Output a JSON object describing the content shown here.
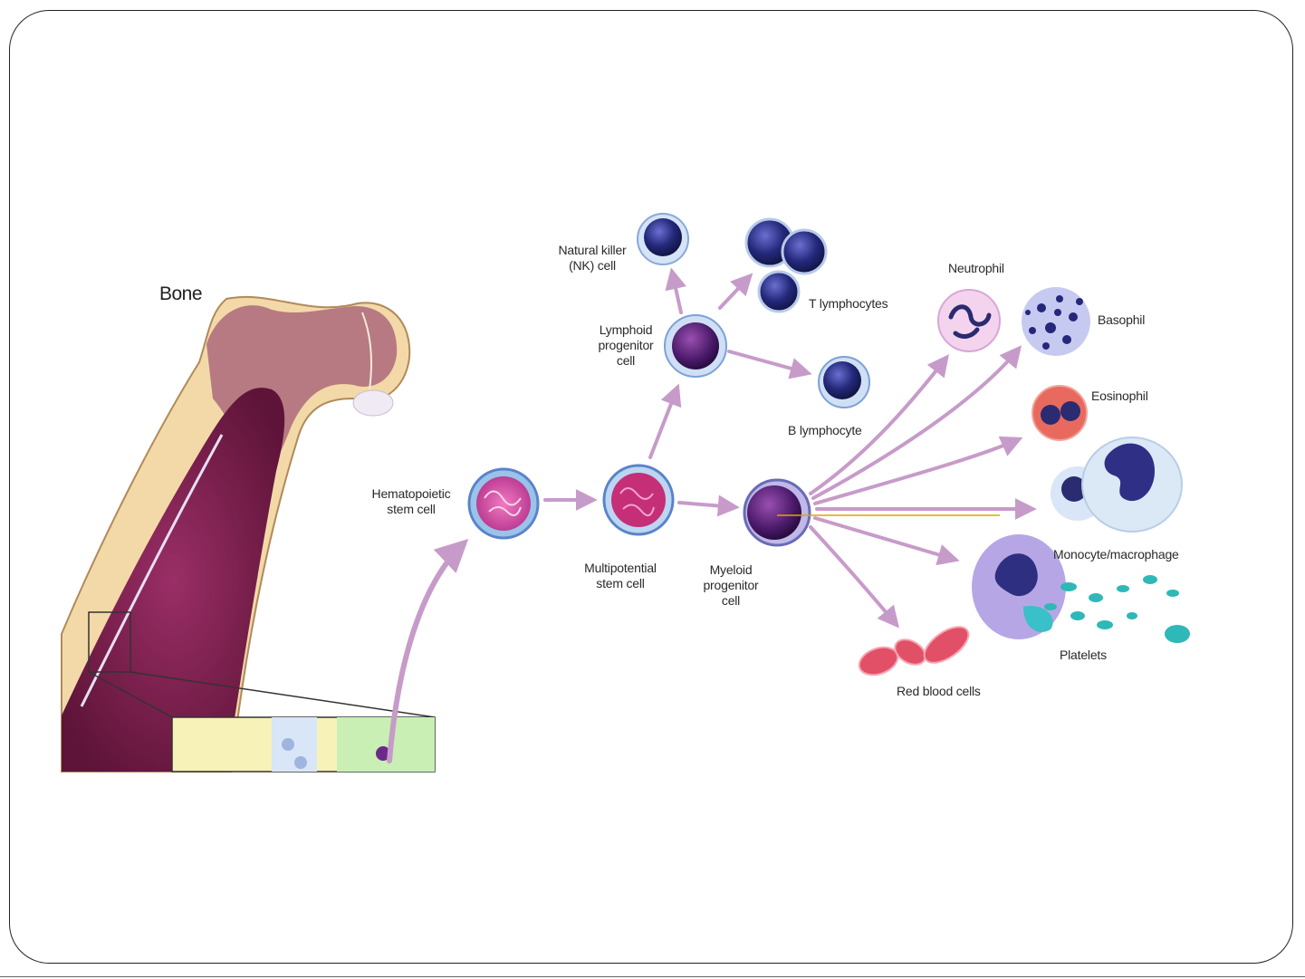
{
  "diagram": {
    "labels": {
      "bone": "Bone",
      "hsc": "Hematopoietic\nstem cell",
      "multipotential": "Multipotential\nstem cell",
      "myeloid": "Myeloid\nprogenitor\ncell",
      "lymphoid": "Lymphoid\nprogenitor\ncell",
      "nk": "Natural killer\n(NK) cell",
      "t_lymph": "T lymphocytes",
      "b_lymph": "B lymphocyte",
      "neutrophil": "Neutrophil",
      "basophil": "Basophil",
      "eosinophil": "Eosinophil",
      "monocyte": "Monocyte/macrophage",
      "platelets": "Platelets",
      "rbc": "Red blood cells"
    },
    "colors": {
      "arrow": "#c79bc9",
      "marrow": "#7a2050",
      "bone_shell": "#f3d9a8",
      "lymphocyte": "#2a2f8a",
      "highlight_line": "#e0a400"
    }
  }
}
